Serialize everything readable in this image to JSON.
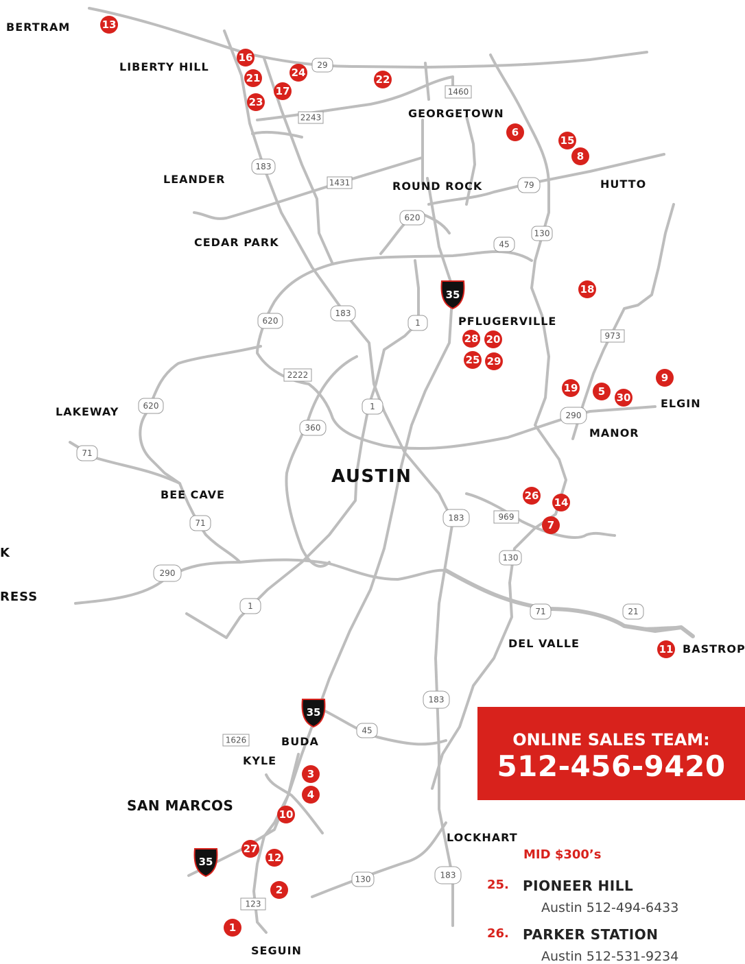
{
  "cities": [
    {
      "name": "BERTRAM"
    },
    {
      "name": "LIBERTY HILL"
    },
    {
      "name": "LEANDER"
    },
    {
      "name": "GEORGETOWN"
    },
    {
      "name": "ROUND ROCK"
    },
    {
      "name": "HUTTO"
    },
    {
      "name": "CEDAR PARK"
    },
    {
      "name": "PFLUGERVILLE"
    },
    {
      "name": "LAKEWAY"
    },
    {
      "name": "ELGIN"
    },
    {
      "name": "MANOR"
    },
    {
      "name": "AUSTIN"
    },
    {
      "name": "BEE CAVE"
    },
    {
      "name": "K"
    },
    {
      "name": "RESS"
    },
    {
      "name": "DEL VALLE"
    },
    {
      "name": "BASTROP"
    },
    {
      "name": "BUDA"
    },
    {
      "name": "KYLE"
    },
    {
      "name": "SAN MARCOS"
    },
    {
      "name": "LOCKHART"
    },
    {
      "name": "SEGUIN"
    }
  ],
  "highway_shields": [
    "29",
    "1460",
    "2243",
    "183",
    "1431",
    "79",
    "620",
    "130",
    "45",
    "183",
    "1",
    "620",
    "2222",
    "620",
    "1",
    "360",
    "71",
    "973",
    "290",
    "71",
    "183",
    "969",
    "290",
    "130",
    "1",
    "71",
    "21",
    "183",
    "45",
    "1626",
    "130",
    "123",
    "183"
  ],
  "interstate_shields": [
    "35",
    "35",
    "35"
  ],
  "markers": [
    "13",
    "16",
    "21",
    "24",
    "22",
    "17",
    "23",
    "6",
    "15",
    "8",
    "18",
    "28",
    "20",
    "25",
    "29",
    "19",
    "5",
    "30",
    "9",
    "26",
    "14",
    "7",
    "11",
    "3",
    "4",
    "10",
    "27",
    "12",
    "2",
    "1"
  ],
  "sales_box": {
    "title": "ONLINE SALES TEAM:",
    "phone": "512-456-9420"
  },
  "legend": {
    "price_heading": "MID $300’s",
    "entries": [
      {
        "number": "25.",
        "name": "PIONEER HILL",
        "detail": "Austin  512-494-6433"
      },
      {
        "number": "26.",
        "name": "PARKER STATION",
        "detail": "Austin  512-531-9234"
      }
    ]
  },
  "colors": {
    "marker": "#d8221c",
    "road": "#bdbdbd",
    "interstate": "#111111",
    "sales_box": "#d8221c"
  }
}
